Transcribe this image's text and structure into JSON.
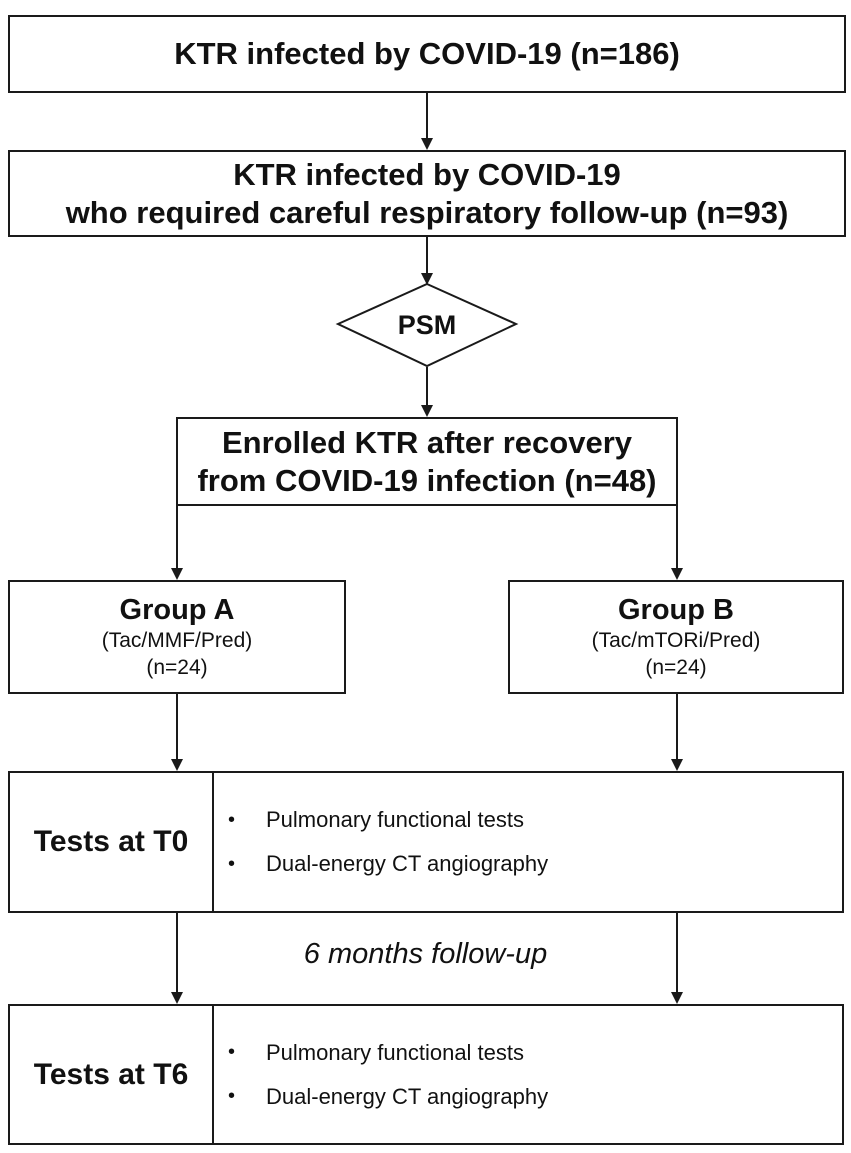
{
  "box1": {
    "text": "KTR infected by COVID-19 (n=186)"
  },
  "box2": {
    "line1": "KTR infected by COVID-19",
    "line2": "who required careful respiratory follow-up (n=93)"
  },
  "psm": {
    "text": "PSM"
  },
  "enrolled": {
    "line1": "Enrolled KTR after recovery",
    "line2": "from COVID-19 infection (n=48)"
  },
  "group_a": {
    "title": "Group A",
    "regimen": "(Tac/MMF/Pred)",
    "n": "(n=24)"
  },
  "group_b": {
    "title": "Group B",
    "regimen": "(Tac/mTORi/Pred)",
    "n": "(n=24)"
  },
  "tests_t0": {
    "label": "Tests at T0",
    "bullet": "•",
    "items": [
      "Pulmonary functional tests",
      "Dual-energy CT angiography"
    ]
  },
  "followup": {
    "text": "6 months follow-up"
  },
  "tests_t6": {
    "label": "Tests at T6",
    "bullet": "•",
    "items": [
      "Pulmonary functional tests",
      "Dual-energy CT angiography"
    ]
  }
}
